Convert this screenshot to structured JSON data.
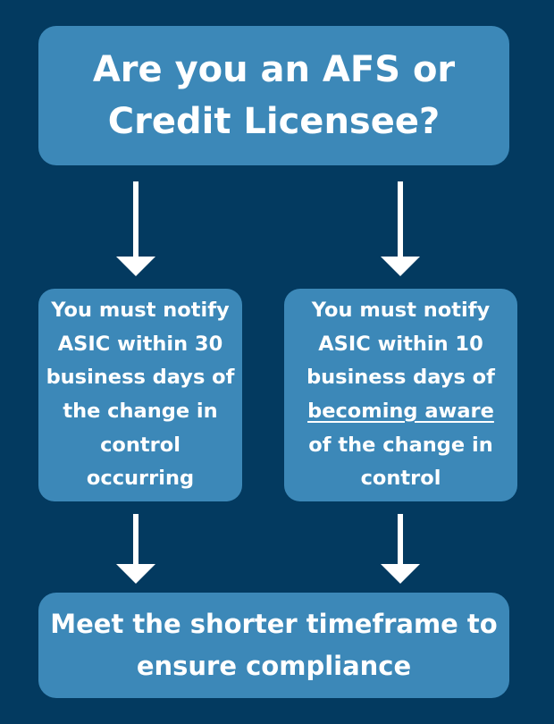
{
  "question": {
    "lines": [
      "Are you an AFS or",
      "Credit Licensee?"
    ]
  },
  "left_box": {
    "lines": [
      "You must notify",
      "ASIC within 30",
      "business days of",
      "the change in",
      "control",
      "occurring"
    ]
  },
  "right_box": {
    "line1": "You must notify",
    "line2": "ASIC within 10",
    "line3": "business days of",
    "line4": "becoming aware",
    "line5": "of the change in",
    "line6": "control"
  },
  "result": {
    "lines": [
      "Meet the shorter timeframe to",
      "ensure compliance"
    ]
  },
  "colors": {
    "background": "#033a60",
    "box": "#3c88b8",
    "arrow": "#ffffff",
    "text": "#ffffff"
  },
  "icons": {
    "arrow": "arrow-down-icon"
  }
}
